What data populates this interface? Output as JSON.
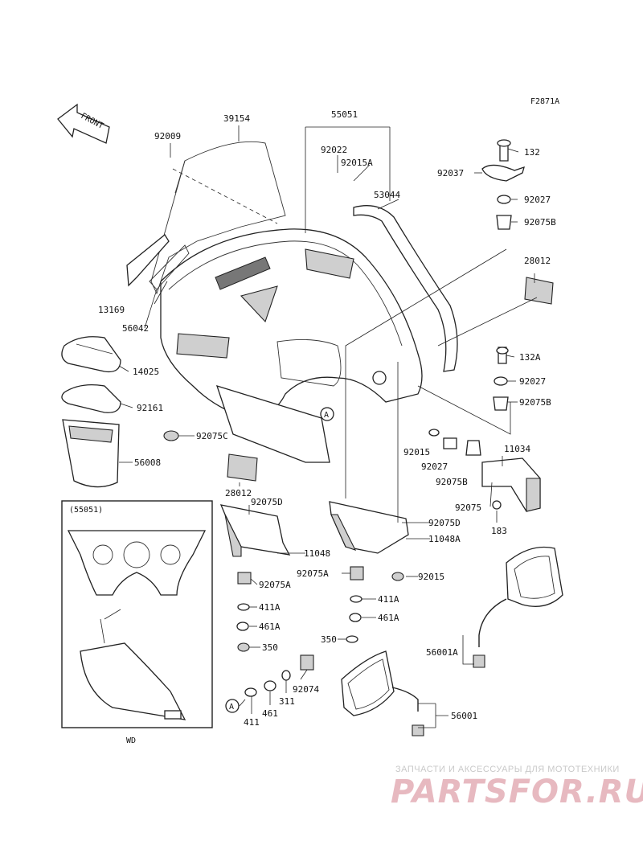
{
  "figure_code": "F2871A",
  "front_label": "FRONT",
  "inset": {
    "title": "(55051)",
    "caption": "WD"
  },
  "marker": "A",
  "parts": {
    "p92009": "92009",
    "p39154": "39154",
    "p55051": "55051",
    "p92022": "92022",
    "p92015A": "92015A",
    "p53044": "53044",
    "p92037": "92037",
    "p132": "132",
    "p92027_top": "92027",
    "p92075B_top": "92075B",
    "p28012_right": "28012",
    "p13169": "13169",
    "p56042": "56042",
    "p14025": "14025",
    "p92161": "92161",
    "p56008": "56008",
    "p92075C": "92075C",
    "p132A": "132A",
    "p92027_mid": "92027",
    "p92075B_mid": "92075B",
    "p28012_low": "28012",
    "p92075D_left": "92075D",
    "p92015_mid": "92015",
    "p92027_low": "92027",
    "p92075B_low": "92075B",
    "p11034": "11034",
    "p92075": "92075",
    "p183": "183",
    "p92075D_right": "92075D",
    "p11048A": "11048A",
    "p11048": "11048",
    "p92075A_left": "92075A",
    "p92075A_right": "92075A",
    "p92015_low": "92015",
    "p411A_left": "411A",
    "p411A_right": "411A",
    "p461A_left": "461A",
    "p461A_right": "461A",
    "p350_left": "350",
    "p350_right": "350",
    "p56001A": "56001A",
    "p92074": "92074",
    "p311": "311",
    "p461": "461",
    "p411": "411",
    "p56001": "56001"
  },
  "watermark": {
    "tagline": "ЗАПЧАСТИ И АКСЕССУАРЫ ДЛЯ МОТОТЕХНИКИ",
    "logo": "PARTSFOR.RU"
  }
}
